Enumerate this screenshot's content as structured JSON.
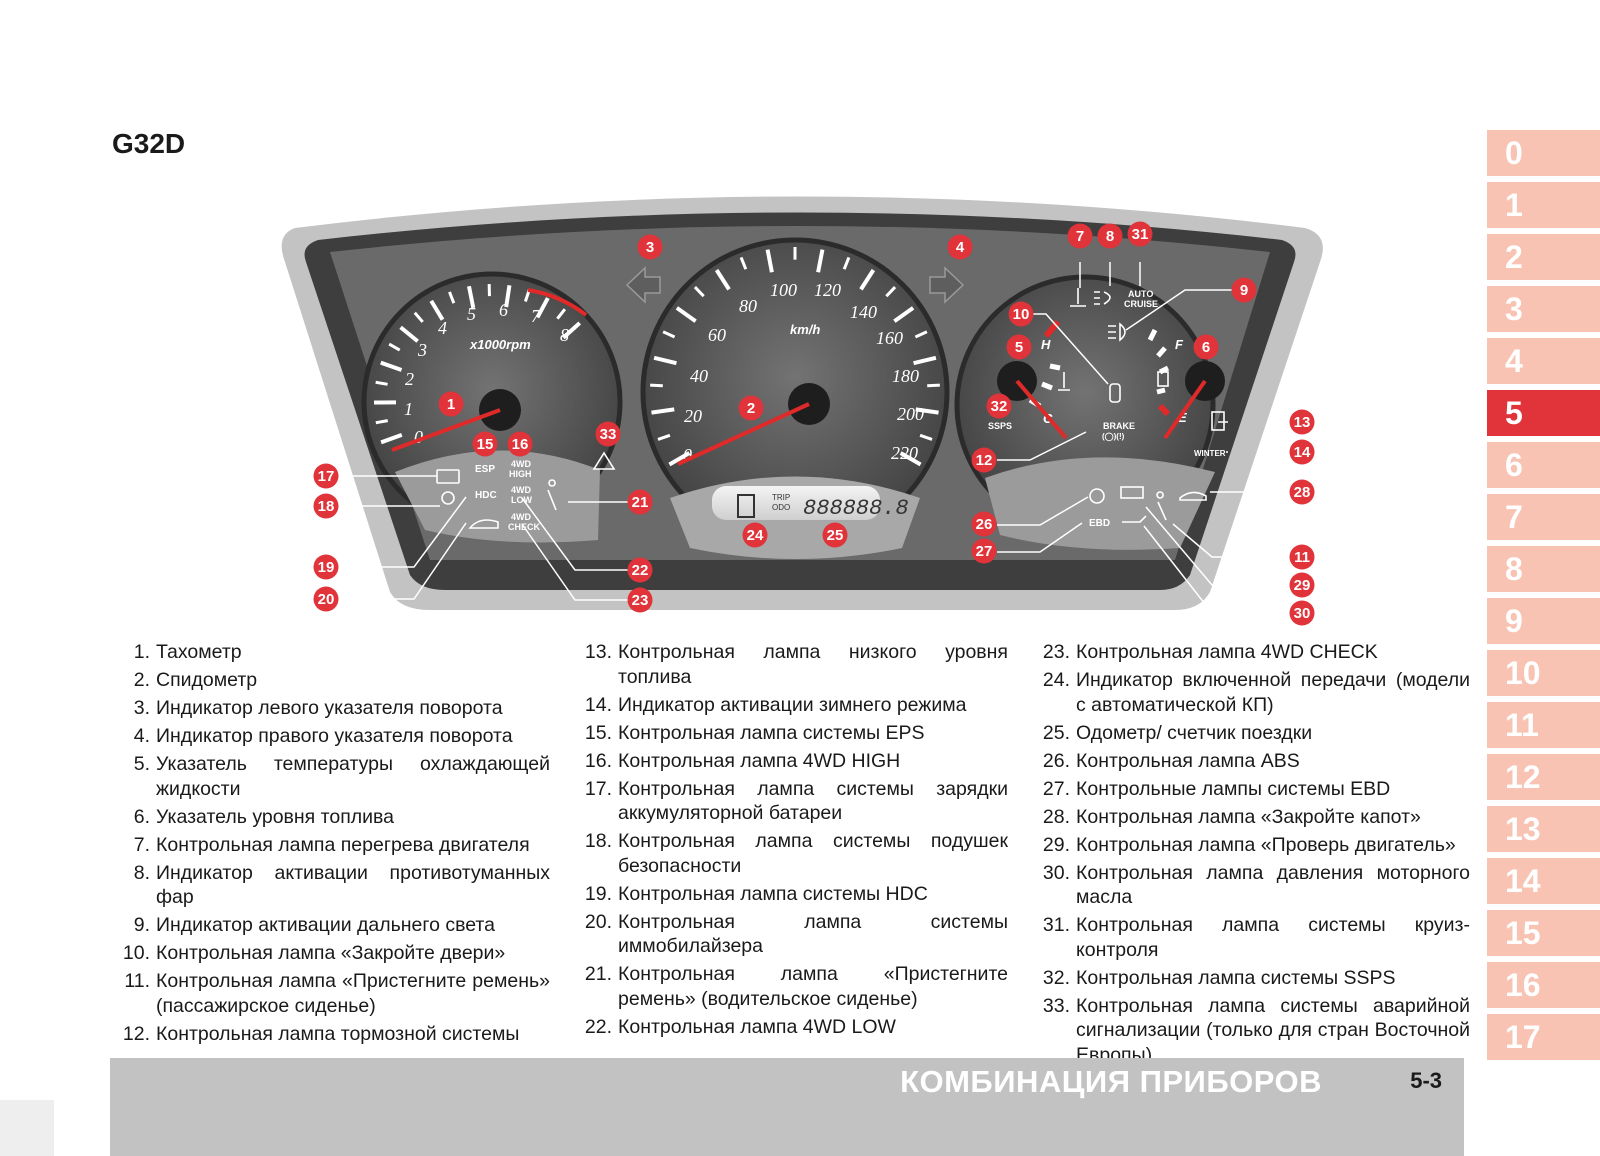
{
  "model": "G32D",
  "gauge_labels": {
    "tach_numbers": [
      "0",
      "1",
      "2",
      "3",
      "4",
      "5",
      "6",
      "7",
      "8"
    ],
    "tach_unit": "x1000rpm",
    "speed_numbers": [
      "0",
      "20",
      "40",
      "60",
      "80",
      "100",
      "120",
      "140",
      "160",
      "180",
      "200",
      "220"
    ],
    "speed_unit": "km/h",
    "temp_h": "H",
    "temp_c": "C",
    "fuel_f": "F",
    "fuel_e": "E",
    "esp": "ESP",
    "hdc": "HDC",
    "ebd": "EBD",
    "ssps": "SSPS",
    "winter": "WINTER",
    "fwd_high_1": "4WD",
    "fwd_high_2": "HIGH",
    "fwd_low_1": "4WD",
    "fwd_low_2": "LOW",
    "fwd_check_1": "4WD",
    "fwd_check_2": "CHECK",
    "auto_1": "AUTO",
    "auto_2": "CRUISE",
    "brake": "BRAKE",
    "brake_sym": "(◯)(!)",
    "trip": "TRIP",
    "odo": "ODO",
    "odo_digits": "888888.8"
  },
  "callouts": [
    "1",
    "2",
    "3",
    "4",
    "5",
    "6",
    "7",
    "8",
    "9",
    "10",
    "11",
    "12",
    "13",
    "14",
    "15",
    "16",
    "17",
    "18",
    "19",
    "20",
    "21",
    "22",
    "23",
    "24",
    "25",
    "26",
    "27",
    "28",
    "29",
    "30",
    "31",
    "32",
    "33"
  ],
  "legend": [
    [
      {
        "n": "1.",
        "t": "Тахометр"
      },
      {
        "n": "2.",
        "t": "Спидометр"
      },
      {
        "n": "3.",
        "t": "Индикатор левого указателя поворота"
      },
      {
        "n": "4.",
        "t": "Индикатор правого указателя поворота"
      },
      {
        "n": "5.",
        "t": "Указатель температуры охлаждающей жидкости"
      },
      {
        "n": "6.",
        "t": "Указатель уровня топлива"
      },
      {
        "n": "7.",
        "t": "Контрольная лампа перегрева двигателя"
      },
      {
        "n": "8.",
        "t": "Индикатор активации противотуманных фар"
      },
      {
        "n": "9.",
        "t": "Индикатор активации дальнего света"
      },
      {
        "n": "10.",
        "t": "Контрольная лампа «Закройте двери»"
      },
      {
        "n": "11.",
        "t": "Контрольная лампа «Пристегните ремень» (пассажирское сиденье)"
      },
      {
        "n": "12.",
        "t": "Контрольная лампа тормозной системы"
      }
    ],
    [
      {
        "n": "13.",
        "t": "Контрольная лампа низкого уровня топлива"
      },
      {
        "n": "14.",
        "t": "Индикатор активации зимнего режима"
      },
      {
        "n": "15.",
        "t": "Контрольная лампа системы EPS"
      },
      {
        "n": "16.",
        "t": "Контрольная лампа 4WD HIGH"
      },
      {
        "n": "17.",
        "t": "Контрольная лампа системы зарядки аккумуляторной батареи"
      },
      {
        "n": "18.",
        "t": "Контрольная лампа системы подушек безопасности"
      },
      {
        "n": "19.",
        "t": "Контрольная лампа системы HDC"
      },
      {
        "n": "20.",
        "t": "Контрольная лампа системы иммобилайзера"
      },
      {
        "n": "21.",
        "t": "Контрольная лампа «Пристегните ремень» (водительское сиденье)"
      },
      {
        "n": "22.",
        "t": "Контрольная лампа 4WD LOW"
      }
    ],
    [
      {
        "n": "23.",
        "t": "Контрольная лампа 4WD CHECK"
      },
      {
        "n": "24.",
        "t": "Индикатор включенной передачи (модели с автоматической КП)"
      },
      {
        "n": "25.",
        "t": "Одометр/ счетчик поездки"
      },
      {
        "n": "26.",
        "t": "Контрольная лампа ABS"
      },
      {
        "n": "27.",
        "t": "Контрольные лампы системы EBD"
      },
      {
        "n": "28.",
        "t": "Контрольная лампа «Закройте капот»"
      },
      {
        "n": "29.",
        "t": "Контрольная лампа «Проверь двигатель»"
      },
      {
        "n": "30.",
        "t": "Контрольная лампа давления моторного масла"
      },
      {
        "n": "31.",
        "t": "Контрольная лампа системы круиз-контроля"
      },
      {
        "n": "32.",
        "t": "Контрольная лампа системы SSPS"
      },
      {
        "n": "33.",
        "t": "Контрольная лампа системы аварийной сигнализации (только для стран Восточной Европы)"
      }
    ]
  ],
  "footer": {
    "title": "КОМБИНАЦИЯ ПРИБОРОВ",
    "page": "5-3"
  },
  "chapter_tabs": [
    "0",
    "1",
    "2",
    "3",
    "4",
    "5",
    "6",
    "7",
    "8",
    "9",
    "10",
    "11",
    "12",
    "13",
    "14",
    "15",
    "16",
    "17"
  ],
  "active_tab": "5",
  "colors": {
    "accent": "#e0333a",
    "tab": "#f8c3b2",
    "footer": "#c2c2c2",
    "needle": "#e02a2a"
  }
}
